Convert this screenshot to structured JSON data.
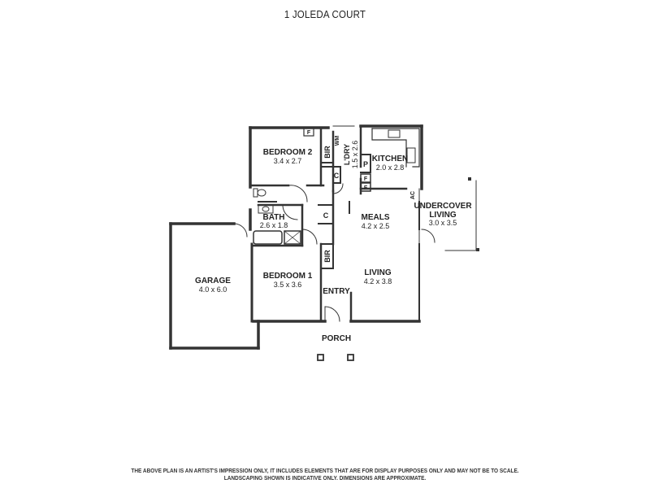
{
  "title": "1 JOLEDA COURT",
  "rooms": {
    "bedroom2": {
      "name": "BEDROOM 2",
      "dims": "3.4 x 2.7"
    },
    "kitchen": {
      "name": "KITCHEN",
      "dims": "2.0 x 2.8"
    },
    "laundry": {
      "name": "L'DRY",
      "dims": "1.5 x 2.6"
    },
    "bath": {
      "name": "BATH",
      "dims": "2.6 x 1.8"
    },
    "meals": {
      "name": "MEALS",
      "dims": "4.2 x 2.5"
    },
    "undercover": {
      "name1": "UNDERCOVER",
      "name2": "LIVING",
      "dims": "3.0 x 3.5"
    },
    "garage": {
      "name": "GARAGE",
      "dims": "4.0 x 6.0"
    },
    "bedroom1": {
      "name": "BEDROOM 1",
      "dims": "3.5 x 3.6"
    },
    "living": {
      "name": "LIVING",
      "dims": "4.2 x 3.8"
    },
    "entry": {
      "name": "ENTRY"
    },
    "porch": {
      "name": "PORCH"
    }
  },
  "fixtures": {
    "bir": "BIR",
    "wm": "WM",
    "c": "C",
    "p": "P",
    "f": "F",
    "ac": "AC"
  },
  "disclaimer": {
    "line1": "THE ABOVE PLAN IS AN ARTIST'S IMPRESSION ONLY, IT INCLUDES ELEMENTS THAT ARE FOR DISPLAY PURPOSES ONLY AND MAY NOT BE TO SCALE.",
    "line2": "LANDSCAPING SHOWN IS INDICATIVE ONLY. DIMENSIONS ARE APPROXIMATE."
  }
}
